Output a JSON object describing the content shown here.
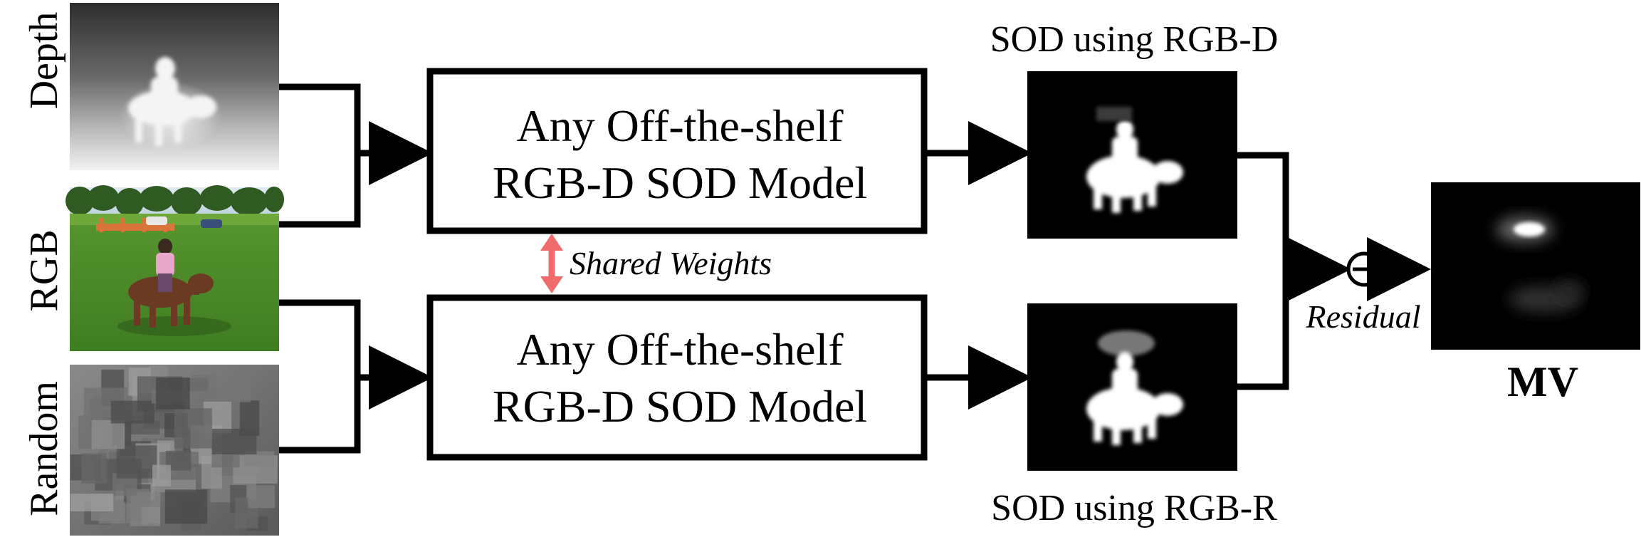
{
  "inputs": {
    "depth_label": "Depth",
    "rgb_label": "RGB",
    "random_label": "Random"
  },
  "models": {
    "top_line1": "Any Off-the-shelf",
    "top_line2": "RGB-D  SOD Model",
    "bottom_line1": "Any Off-the-shelf",
    "bottom_line2": "RGB-D  SOD Model",
    "shared_weights": "Shared Weights"
  },
  "outputs": {
    "sod_rgbd_caption": "SOD using RGB-D",
    "sod_rgbr_caption": "SOD using RGB-R",
    "residual_label": "Residual",
    "subtract_symbol": "⊖",
    "mv_label": "MV"
  },
  "colors": {
    "line": "#000000",
    "shared_weights_arrow": "#f06b6b",
    "background": "#ffffff"
  }
}
